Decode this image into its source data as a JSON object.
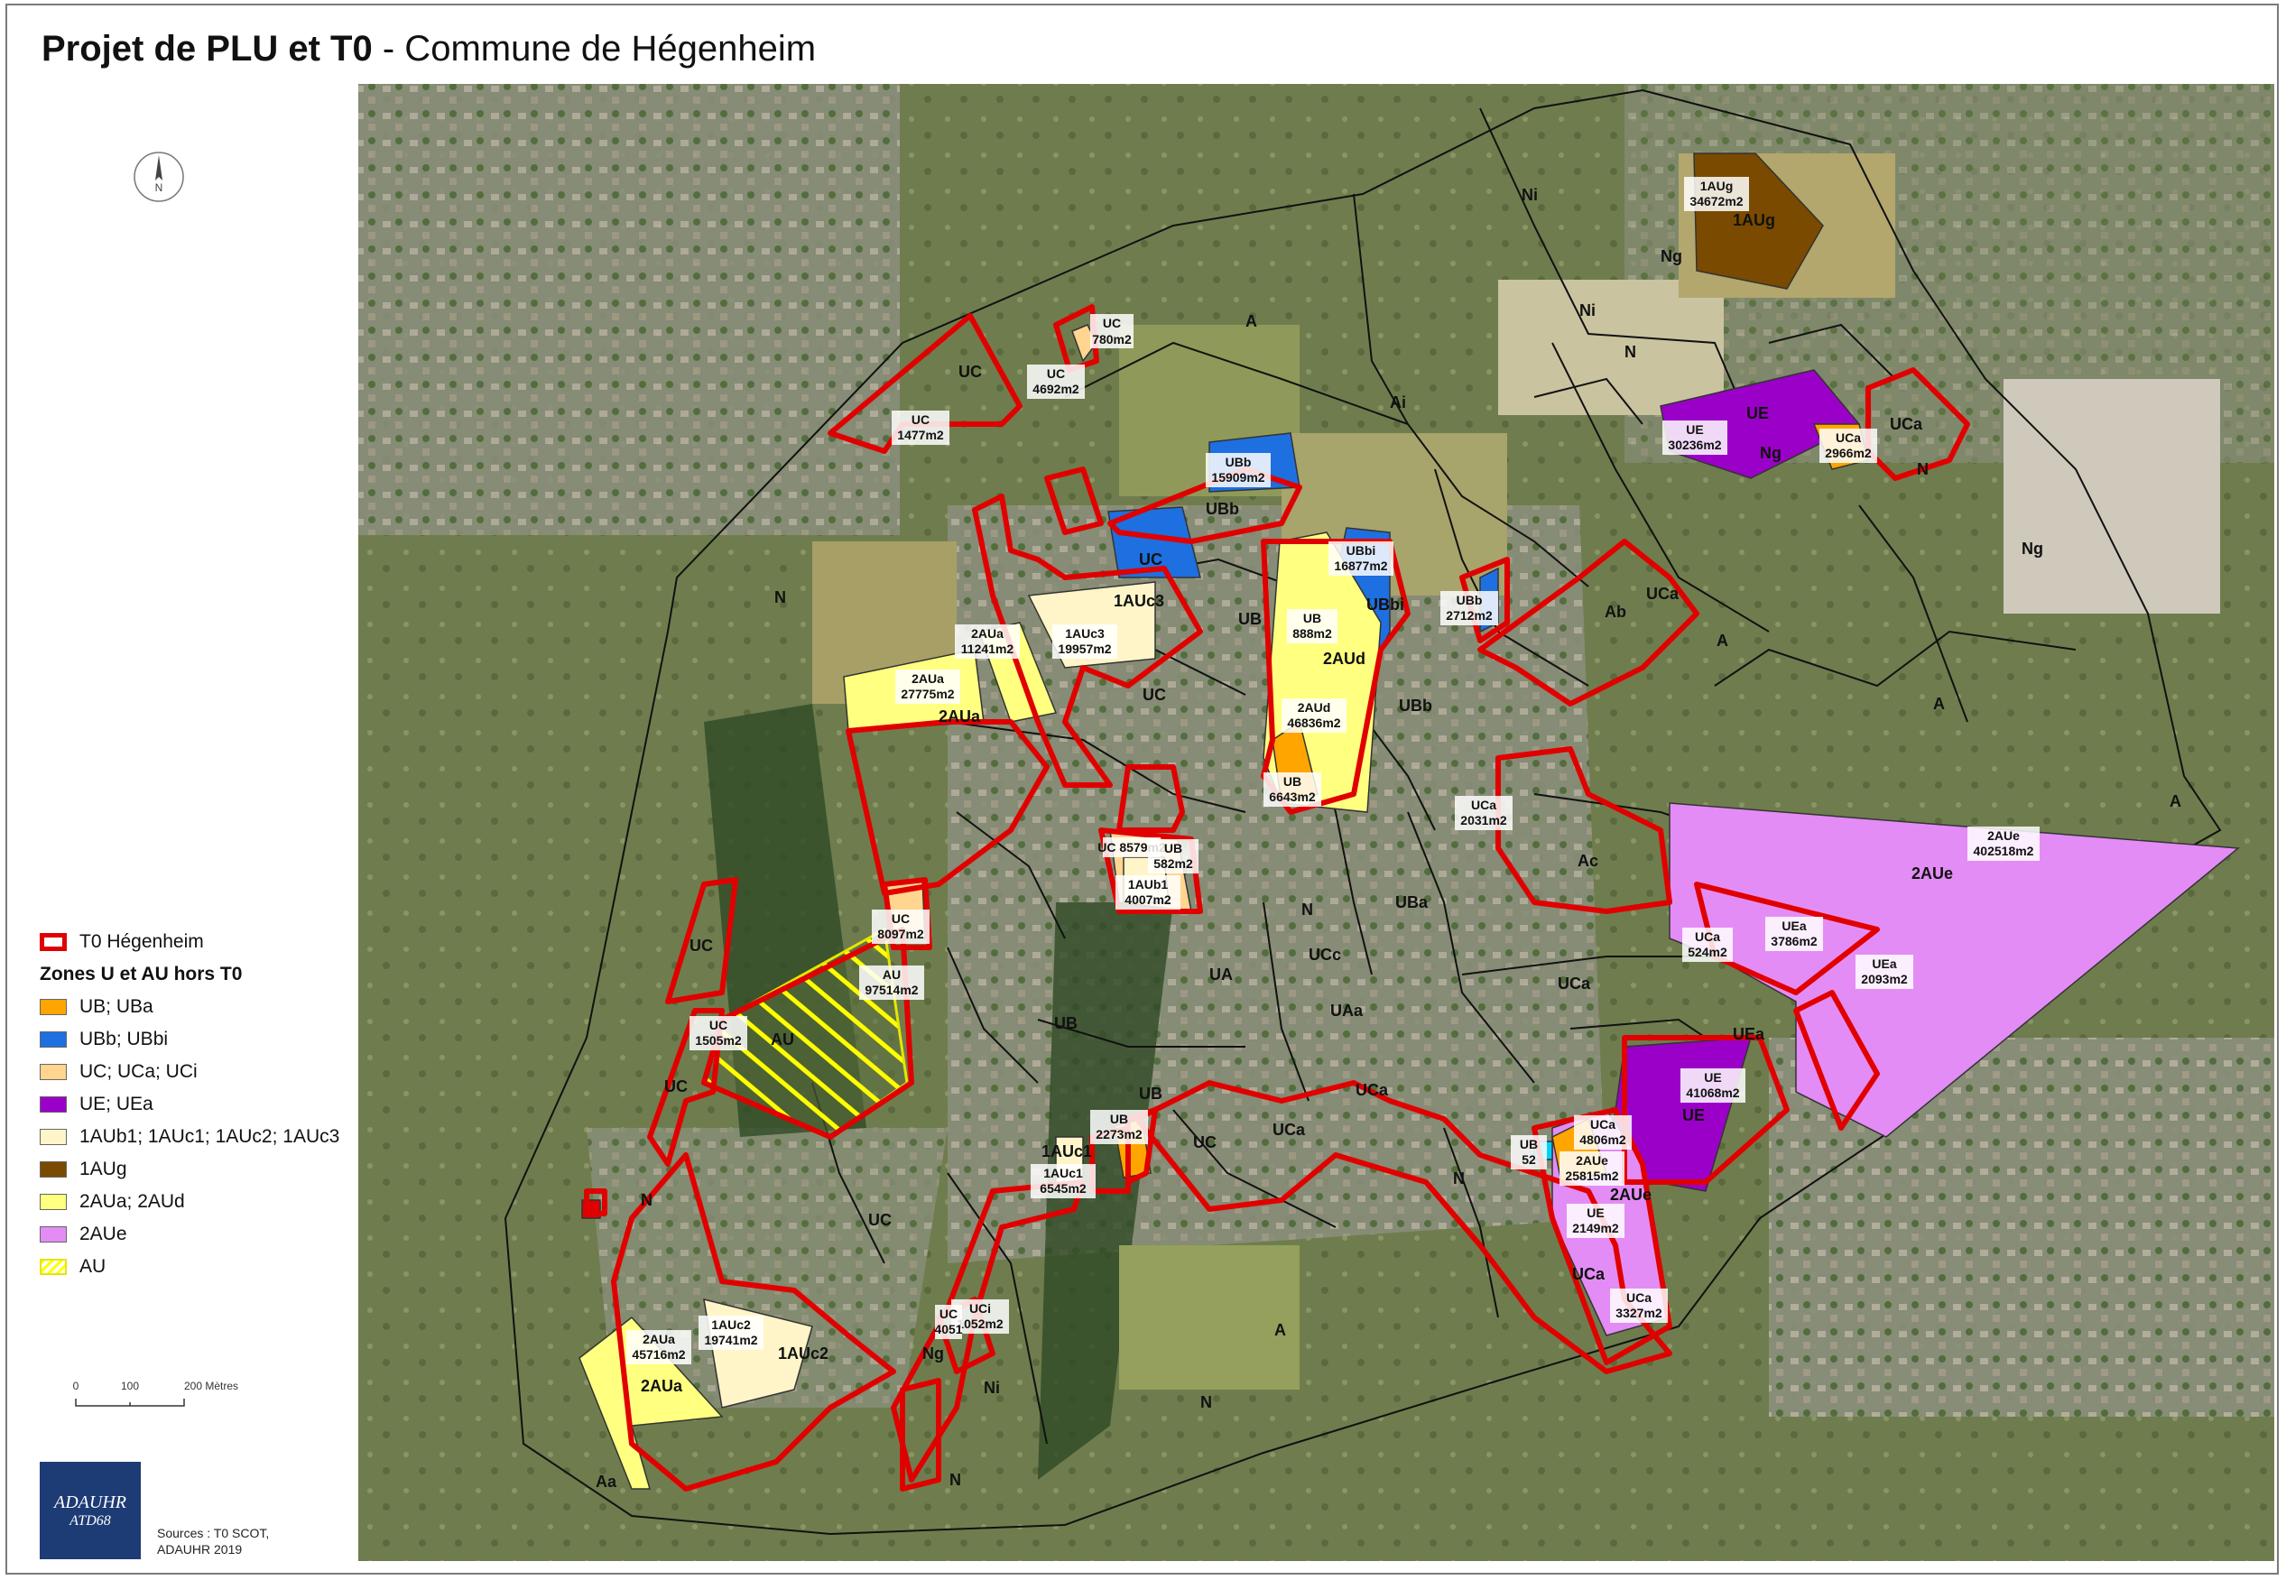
{
  "title": {
    "bold": "Projet de PLU et T0",
    "rest": "- Commune de Hégenheim"
  },
  "compass": {
    "icon": "north-arrow-icon",
    "letter": "N"
  },
  "legend": {
    "t0_label": "T0 Hégenheim",
    "section_title": "Zones U et AU hors T0",
    "items": [
      {
        "label": "UB; UBa",
        "color": "#ffa500"
      },
      {
        "label": "UBb; UBbi",
        "color": "#1e6fe0"
      },
      {
        "label": "UC; UCa; UCi",
        "color": "#ffd590"
      },
      {
        "label": "UE; UEa",
        "color": "#9b00c8"
      },
      {
        "label": "1AUb1; 1AUc1; 1AUc2; 1AUc3",
        "color": "#fff5c8"
      },
      {
        "label": "1AUg",
        "color": "#7a4a00"
      },
      {
        "label": "2AUa; 2AUd",
        "color": "#ffff80"
      },
      {
        "label": "2AUe",
        "color": "#e38cf5"
      },
      {
        "label": "AU",
        "color": "#ffff00"
      }
    ]
  },
  "scale": {
    "t0": "0",
    "t1": "100",
    "t2": "200 Mètres"
  },
  "logo": {
    "line1": "ADAUHR",
    "line2": "ATD68"
  },
  "sources": {
    "line1": "Sources : T0 SCOT,",
    "line2": "ADAUHR 2019"
  },
  "map": {
    "zone_labels": {
      "uc_780": "UC",
      "uc_780_area": "780m2",
      "uc_4692": "UC",
      "uc_4692_area": "4692m2",
      "uc_1477": "UC",
      "uc_1477_area": "1477m2",
      "ubb_15909": "UBb",
      "ubb_15909_area": "15909m2",
      "ubbi_16877": "UBbi",
      "ubbi_16877_area": "16877m2",
      "ub_888": "UB",
      "ub_888_area": "888m2",
      "ubb_2712": "UBb",
      "ubb_2712_area": "2712m2",
      "auc3_19957": "1AUc3",
      "auc3_19957_area": "19957m2",
      "aua_11241": "2AUa",
      "aua_11241_area": "11241m2",
      "aua_27775": "2AUa",
      "aua_27775_area": "27775m2",
      "aud_46836": "2AUd",
      "aud_46836_area": "46836m2",
      "ub_6643": "UB",
      "ub_6643_area": "6643m2",
      "aug_34672": "1AUg",
      "aug_34672_area": "34672m2",
      "ue_30236": "UE",
      "ue_30236_area": "30236m2",
      "uca_2966": "UCa",
      "uca_2966_area": "2966m2",
      "uc_8579": "UC",
      "uc_8579_area": "8579m2",
      "ub_582": "UB",
      "ub_582_area": "582m2",
      "aub1_4007": "1AUb1",
      "aub1_4007_area": "4007m2",
      "uc_8097": "UC",
      "uc_8097_area": "8097m2",
      "au_97514": "AU",
      "au_97514_area": "97514m2",
      "uc_1505": "UC",
      "uc_1505_area": "1505m2",
      "uca_2031": "UCa",
      "uca_2031_area": "2031m2",
      "aue_402518": "2AUe",
      "aue_402518_area": "402518m2",
      "uca_524": "UCa",
      "uca_524_area": "524m2",
      "uea_3786": "UEa",
      "uea_3786_area": "3786m2",
      "uea_2093": "UEa",
      "uea_2093_area": "2093m2",
      "ue_41068": "UE",
      "ue_41068_area": "41068m2",
      "uca_4806": "UCa",
      "uca_4806_area": "4806m2",
      "aue_25815": "2AUe",
      "aue_25815_area": "25815m2",
      "ub_52": "UB",
      "ub_52_area": "52",
      "ue_2149": "UE",
      "ue_2149_area": "2149m2",
      "uca_3327": "UCa",
      "uca_3327_area": "3327m2",
      "ub_2273": "UB",
      "ub_2273_area": "2273m2",
      "auc1_6545": "1AUc1",
      "auc1_6545_area": "6545m2",
      "uci_1052": "UCi",
      "uci_1052_area": "1052m2",
      "uc_4051": "UC",
      "uc_4051_area": "4051",
      "auc2_19741": "1AUc2",
      "auc2_19741_area": "19741m2",
      "aua_45716": "2AUa",
      "aua_45716_area": "45716m2"
    },
    "zone_names": {
      "ni_top": "Ni",
      "aaug": "1AUg",
      "ng_top": "Ng",
      "ni2": "Ni",
      "n_mid": "N",
      "ai": "Ai",
      "a_top": "A",
      "ue_label": "UE",
      "ng2": "Ng",
      "uca_ne": "UCa",
      "n_ne": "N",
      "ng_e": "Ng",
      "uc_nw": "UC",
      "ubb": "UBb",
      "n_west": "N",
      "uc_c": "UC",
      "ub_c": "UB",
      "auc3": "1AUc3",
      "aua_c": "2AUa",
      "aud": "2AUd",
      "ubbi": "UBbi",
      "ab": "Ab",
      "uca_e": "UCa",
      "a_e": "A",
      "ubb2": "UBb",
      "uc_c2": "UC",
      "a_far": "A",
      "a_far2": "A",
      "aue": "2AUe",
      "n_c": "N",
      "uba": "UBa",
      "ua": "UA",
      "uca_c": "UCa",
      "ucc": "UCc",
      "uaa": "UAa",
      "uea": "UEa",
      "uc_w": "UC",
      "ac": "Ac",
      "ub_sw": "UB",
      "au": "AU",
      "uc_w2": "UC",
      "ub_s": "UB",
      "uc_s": "UC",
      "uca_s": "UCa",
      "uca_s2": "UCa",
      "ue2": "UE",
      "aue2": "2AUe",
      "n_s": "N",
      "uc_sw": "UC",
      "n_sw": "N",
      "auc1": "1AUc1",
      "ng_s": "Ng",
      "ni_s": "Ni",
      "a_s": "A",
      "aua_sw": "2AUa",
      "auc2": "1AUc2",
      "aa": "Aa",
      "n_ss": "N",
      "uca_se": "UCa",
      "n_mid2": "N"
    }
  }
}
